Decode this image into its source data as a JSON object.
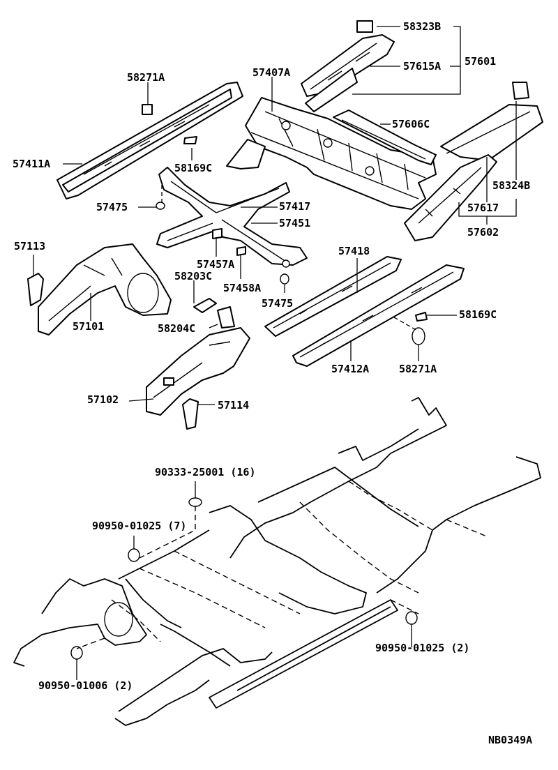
{
  "labels": {
    "p58323B": "58323B",
    "p57615A": "57615A",
    "p57601": "57601",
    "p58271A_top": "58271A",
    "p57407A": "57407A",
    "p57606C": "57606C",
    "p57411A": "57411A",
    "p58169C_top": "58169C",
    "p58324B": "58324B",
    "p57475_left": "57475",
    "p57417": "57417",
    "p57451": "57451",
    "p57617": "57617",
    "p57602": "57602",
    "p57113": "57113",
    "p57418": "57418",
    "p57457A": "57457A",
    "p58203C": "58203C",
    "p57458A": "57458A",
    "p57475_right": "57475",
    "p57101": "57101",
    "p58169C_right": "58169C",
    "p58204C": "58204C",
    "p57412A": "57412A",
    "p58271A_right": "58271A",
    "p57102": "57102",
    "p57114": "57114",
    "p90333": "90333-25001 (16)",
    "p90950_01025_7": "90950-01025 (7)",
    "p90950_01025_2": "90950-01025 (2)",
    "p90950_01006_2": "90950-01006 (2)",
    "figure_code": "NB0349A"
  }
}
